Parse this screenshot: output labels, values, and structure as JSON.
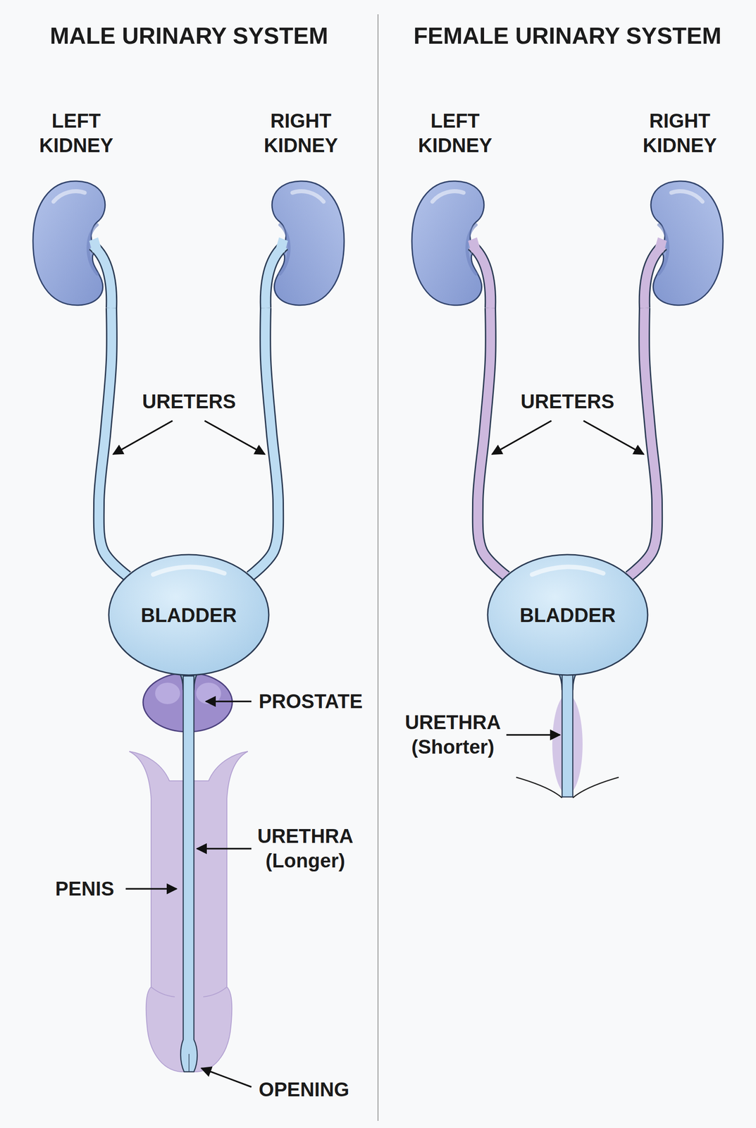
{
  "diagram": {
    "nodes": [
      {
        "text": [
          "LEFT KIDNEY"
        ]
      },
      {
        "text": [
          "RIGHT KIDNEY"
        ]
      },
      {
        "text": [
          "LEFT KIDNEY"
        ]
      },
      {
        "text": [
          "RIGHT KIDNEY"
        ]
      },
      {
        "text": [
          "BLADDER"
        ]
      },
      {
        "text": [
          "BLADDER"
        ]
      }
    ],
    "edges": [
      {
        "from": 0,
        "to": 4,
        "arrow": "none"
      },
      {
        "from": 1,
        "to": 4,
        "arrow": "none"
      },
      {
        "from": 2,
        "to": 5,
        "arrow": "none"
      },
      {
        "from": 3,
        "to": 5,
        "arrow": "none"
      }
    ],
    "labels": [
      "MALE URINARY SYSTEM",
      "FEMALE URINARY SYSTEM",
      "URETERS",
      "PROSTATE",
      "URETHRA (Longer)",
      "PENIS",
      "OPENING",
      "URETERS",
      "URETHRA (Shorter)"
    ]
  }
}
